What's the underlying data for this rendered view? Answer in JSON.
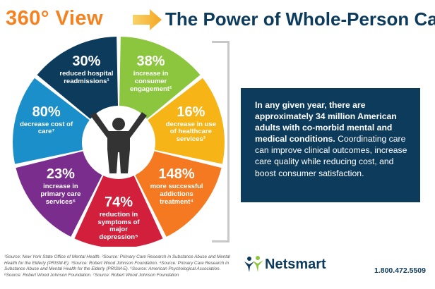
{
  "header": {
    "left_title": "360° View",
    "right_title": "The Power of Whole-Person Care"
  },
  "colors": {
    "orange": "#f5821f",
    "navy": "#0d3b5c",
    "green": "#8cc63f",
    "yellow": "#f7b416",
    "dark_orange": "#f47920",
    "red": "#d21f3c",
    "purple": "#7b2d8e",
    "blue": "#1b8fc9"
  },
  "segments": [
    {
      "pct": "38%",
      "desc": "increase in consumer engagement²",
      "color": "#8cc63f"
    },
    {
      "pct": "16%",
      "desc": "decrease in use of healthcare services³",
      "color": "#f7b416"
    },
    {
      "pct": "148%",
      "desc": "more successful addictions treatment⁴",
      "color": "#f47920"
    },
    {
      "pct": "74%",
      "desc": "reduction in symptoms of major depression⁵",
      "color": "#d21f3c"
    },
    {
      "pct": "23%",
      "desc": "increase in primary care services⁶",
      "color": "#7b2d8e"
    },
    {
      "pct": "80%",
      "desc": "decrease cost of care⁷",
      "color": "#1b8fc9"
    },
    {
      "pct": "30%",
      "desc": "reduced hospital readmissions¹",
      "color": "#0d3b5c"
    }
  ],
  "center_icon": "person-arms-raised-icon",
  "infobox": {
    "bold": "In any given year, there are approximately 34 million American adults with co-morbid mental and medical conditions.",
    "normal": " Coordinating care can improve clinical outcomes, increase care quality while reducing cost, and boost consumer satisfaction."
  },
  "footnotes": [
    "¹Source: New York State Office of Mental Health. ²Source: Primary Care Research in Substance Abuse and Mental Health for the Elderly (PRISM-E). ³Source: Robert Wood Johnson Foundation. ⁴Source: Primary Care Research in Substance Abuse and Mental Health for the Elderly (PRISM-E). ⁵Source: American Psychological Association.",
    "⁶Source: Robert Wood Johnson Foundation. ⁷Source: Robert Wood Johnson Foundation"
  ],
  "brand": {
    "name": "Netsmart",
    "phone": "1.800.472.5509"
  }
}
